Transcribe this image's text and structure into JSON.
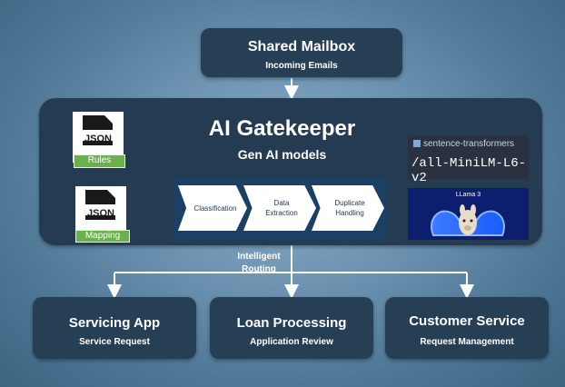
{
  "mailbox": {
    "title": "Shared Mailbox",
    "subtitle": "Incoming Emails"
  },
  "gatekeeper": {
    "title": "AI Gatekeeper",
    "subtitle": "Gen AI models",
    "rules_icon": {
      "icon": "json-file-icon",
      "text": "JSON",
      "label": "Rules"
    },
    "mapping_icon": {
      "icon": "json-file-icon",
      "text": "JSON",
      "label": "Mapping"
    },
    "steps": [
      "Classification",
      "Data Extraction",
      "Duplicate Handling"
    ],
    "sentence_transformers": {
      "small": "sentence-transformers",
      "big": "/all-MiniLM-L6-v2"
    },
    "llama": {
      "label": "LLama 3",
      "icon": "llama-icon"
    }
  },
  "routing": {
    "label": "Intelligent Routing"
  },
  "destinations": [
    {
      "title": "Servicing App",
      "subtitle": "Service Request"
    },
    {
      "title": "Loan Processing",
      "subtitle": "Application Review"
    },
    {
      "title": "Customer Service",
      "subtitle": "Request Management"
    }
  ],
  "colors": {
    "box": "#273f55",
    "steps_panel": "#1c3f66",
    "json_label": "#6ab04c",
    "background": "#6f95b3"
  }
}
